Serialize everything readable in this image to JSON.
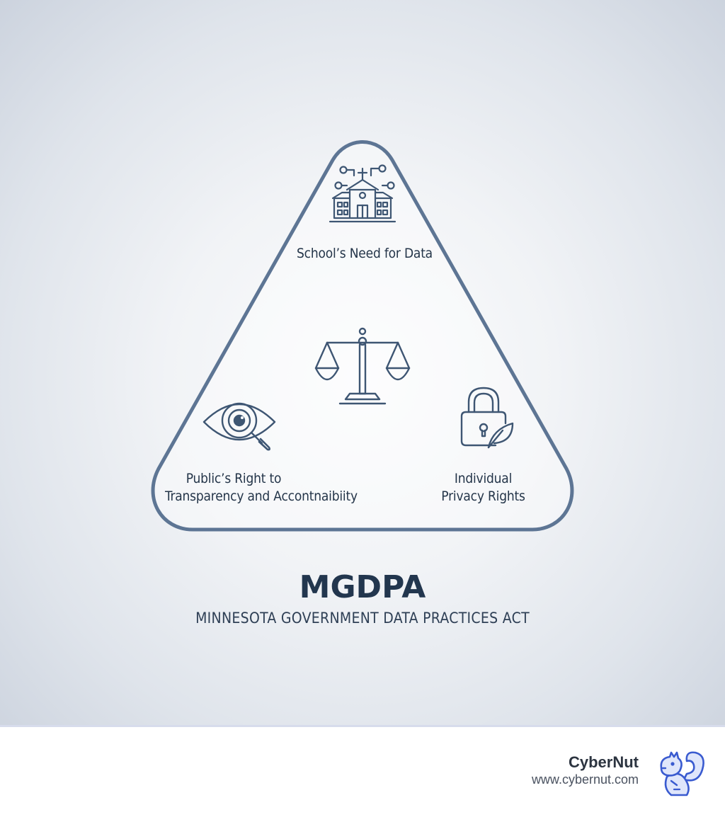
{
  "diagram": {
    "nodes": {
      "school": {
        "label": "School’s Need for Data",
        "icon": "school-building-network-icon"
      },
      "center": {
        "icon": "balance-scale-icon"
      },
      "public": {
        "label_line1": "Public’s Right to",
        "label_line2": "Transparency and Accontnaibiity",
        "icon": "eye-magnifier-icon"
      },
      "privacy": {
        "label_line1": "Individual",
        "label_line2": "Privacy Rights",
        "icon": "padlock-leaf-icon"
      }
    },
    "title": "MGDPA",
    "subtitle": "MINNESOTA GOVERNMENT DATA PRACTICES ACT"
  },
  "footer": {
    "brand_name": "CyberNut",
    "brand_url": "www.cybernut.com",
    "logo_icon": "squirrel-logo-icon"
  },
  "colors": {
    "triangle_stroke": "#5d7594",
    "icon_stroke": "#3e5673",
    "text": "#243549",
    "logo": "#3a5bd0"
  }
}
